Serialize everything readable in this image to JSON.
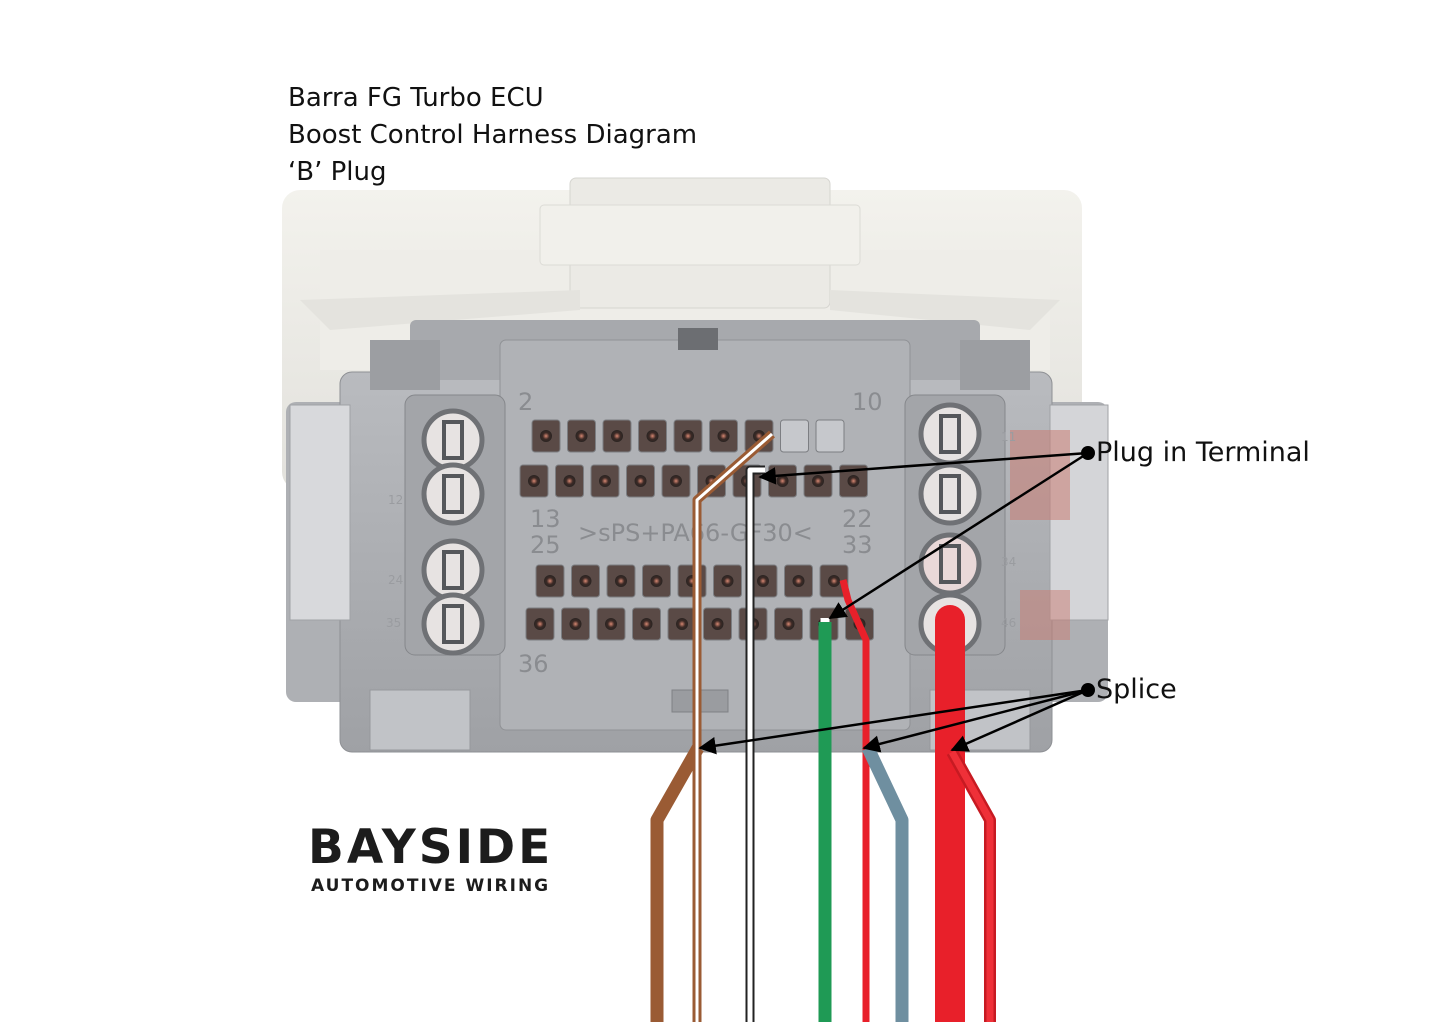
{
  "title_lines": [
    "Barra FG Turbo ECU",
    "Boost Control Harness Diagram",
    "‘B’ Plug"
  ],
  "connector": {
    "pin_labels": {
      "top_left": "2",
      "top_right": "10",
      "mid_left_upper": "13",
      "mid_left_lower": "25",
      "mid_right_upper": "22",
      "mid_right_lower": "33",
      "bottom_left": "36"
    },
    "moulded_text": ">sPS+PA66-GF30<",
    "side_numbers": [
      "12",
      "24",
      "35",
      "11",
      "34",
      "46"
    ]
  },
  "callouts": {
    "plug_in_terminal": "Plug in Terminal",
    "splice": "Splice"
  },
  "wires": [
    {
      "name": "brown",
      "color": "#9a5b34"
    },
    {
      "name": "white",
      "color": "#ffffff"
    },
    {
      "name": "green",
      "color": "#1f9a55"
    },
    {
      "name": "red-thin",
      "color": "#e8202a"
    },
    {
      "name": "grey-blue",
      "color": "#6f8fa0"
    },
    {
      "name": "red-thick",
      "color": "#e8202a"
    }
  ],
  "logo": {
    "name": "BAYSIDE",
    "tagline": "AUTOMOTIVE WIRING"
  }
}
